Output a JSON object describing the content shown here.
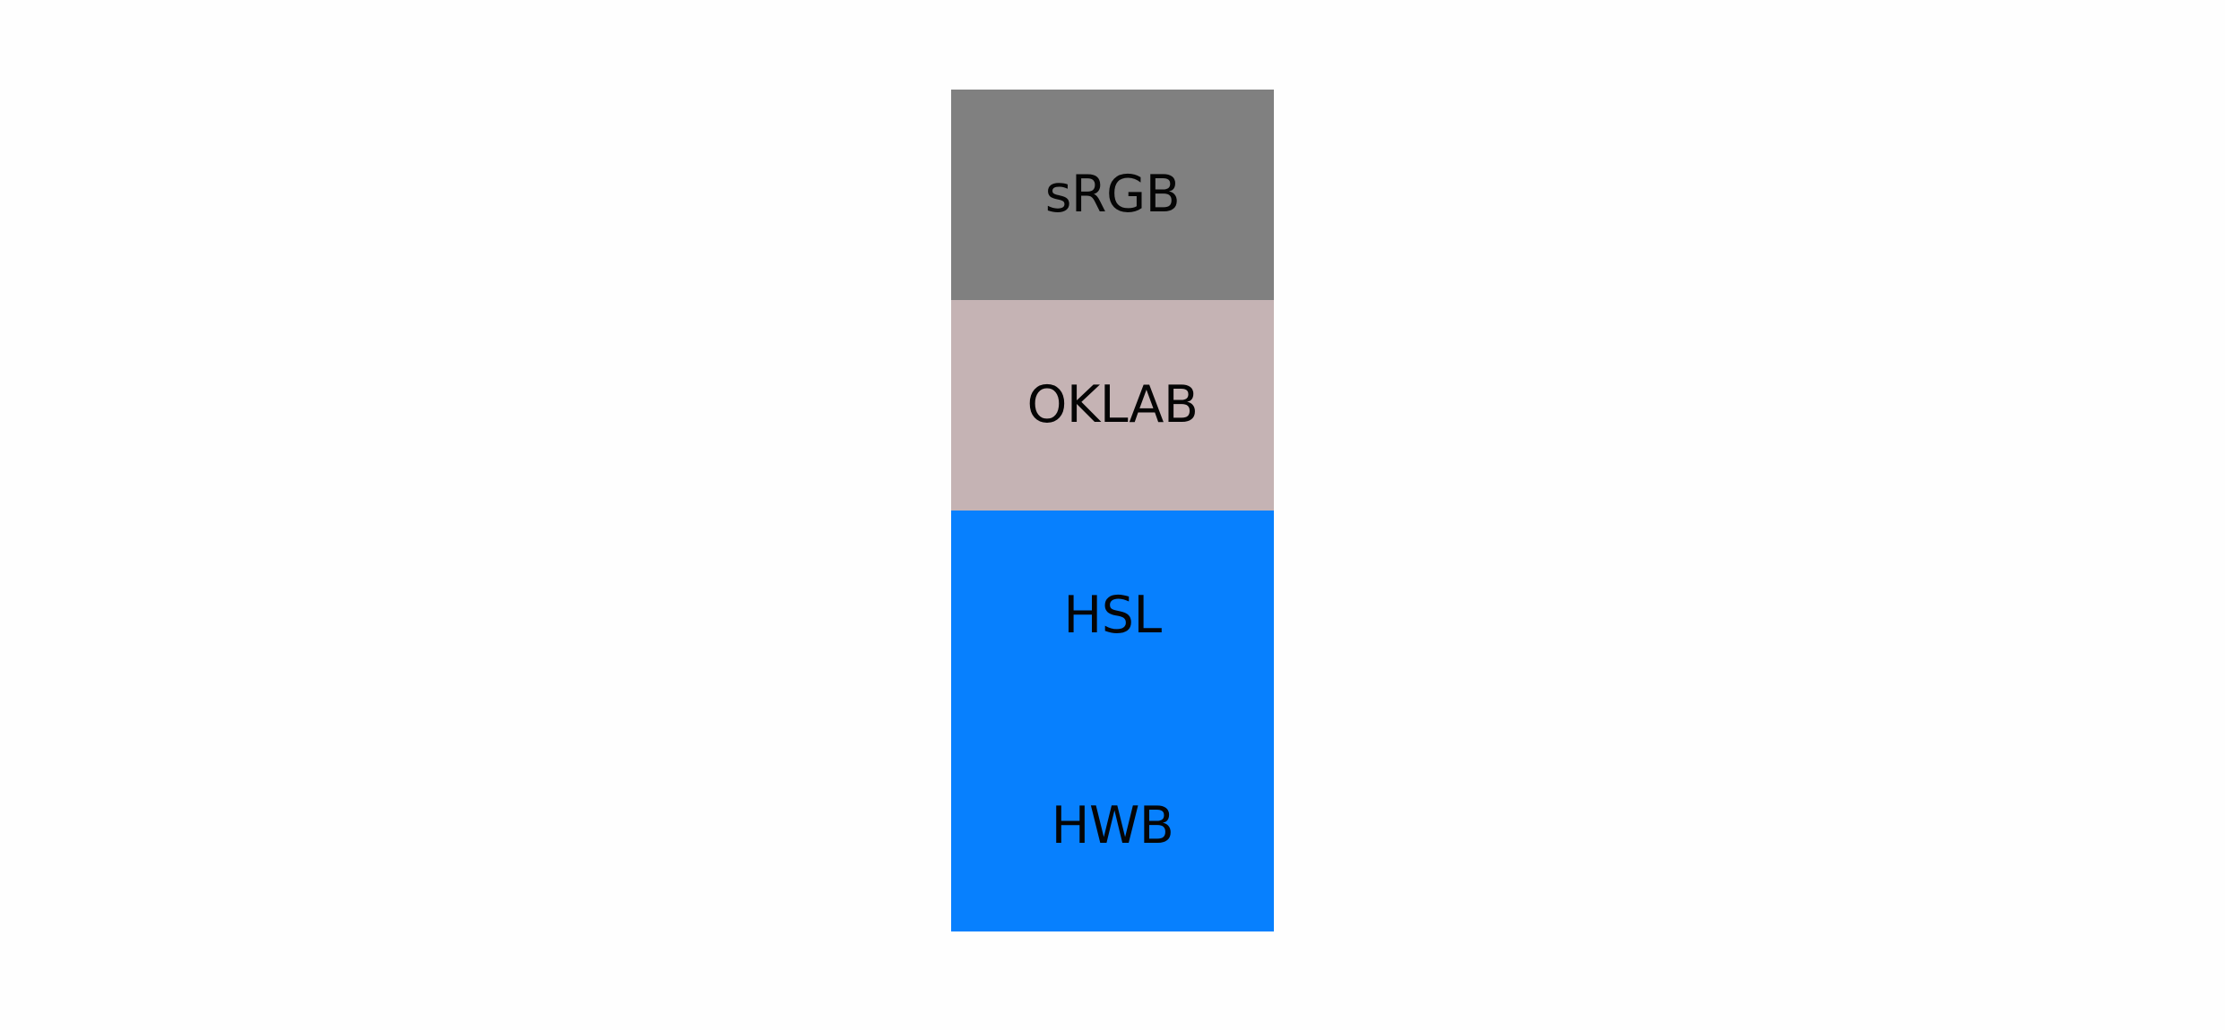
{
  "swatches": [
    {
      "id": "srgb",
      "label": "sRGB",
      "color": "#808080"
    },
    {
      "id": "oklab",
      "label": "OKLAB",
      "color": "#c5b3b4"
    },
    {
      "id": "hsl",
      "label": "HSL",
      "color": "#0780fe"
    },
    {
      "id": "hwb",
      "label": "HWB",
      "color": "#0780fe"
    }
  ]
}
